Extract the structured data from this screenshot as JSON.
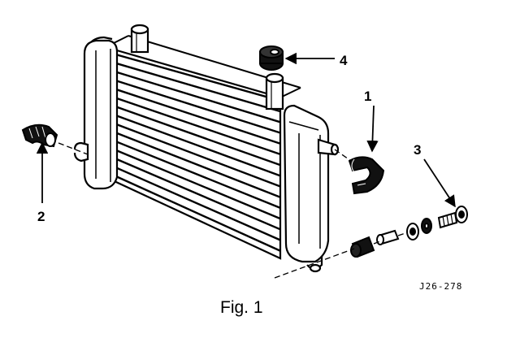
{
  "figure": {
    "caption": "Fig. 1",
    "reference_code": "J26-278"
  },
  "callouts": [
    {
      "id": "1",
      "label": "1"
    },
    {
      "id": "2",
      "label": "2"
    },
    {
      "id": "3",
      "label": "3"
    },
    {
      "id": "4",
      "label": "4"
    }
  ],
  "colors": {
    "ink": "#000000",
    "paper": "#ffffff"
  }
}
